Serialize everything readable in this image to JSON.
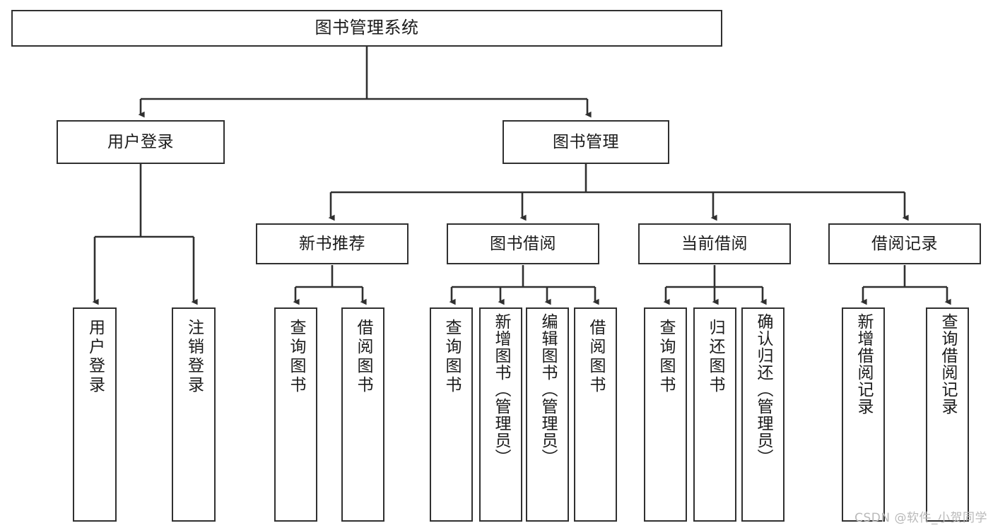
{
  "diagram": {
    "title": "图书管理系统",
    "type": "tree-hierarchy",
    "stroke_color": "#303030",
    "fill_color": "#ffffff",
    "text_color": "#1b1b1b"
  },
  "nodes": {
    "root": {
      "label": "图书管理系统"
    },
    "level2": [
      {
        "label": "用户登录"
      },
      {
        "label": "图书管理"
      }
    ],
    "level3": [
      {
        "label": "新书推荐"
      },
      {
        "label": "图书借阅"
      },
      {
        "label": "当前借阅"
      },
      {
        "label": "借阅记录"
      }
    ],
    "leaves": {
      "user_login": [
        {
          "label": "用户登录"
        },
        {
          "label": "注销登录"
        }
      ],
      "new_book_recommend": [
        {
          "label": "查询图书"
        },
        {
          "label": "借阅图书"
        }
      ],
      "book_borrow": [
        {
          "label": "查询图书"
        },
        {
          "label": "新增图书（管理员）"
        },
        {
          "label": "编辑图书（管理员）"
        },
        {
          "label": "借阅图书"
        }
      ],
      "current_borrow": [
        {
          "label": "查询图书"
        },
        {
          "label": "归还图书"
        },
        {
          "label": "确认归还（管理员）"
        }
      ],
      "borrow_record": [
        {
          "label": "新增借阅记录"
        },
        {
          "label": "查询借阅记录"
        }
      ]
    }
  },
  "watermark": {
    "text": "CSDN @软件_小贺同学"
  }
}
